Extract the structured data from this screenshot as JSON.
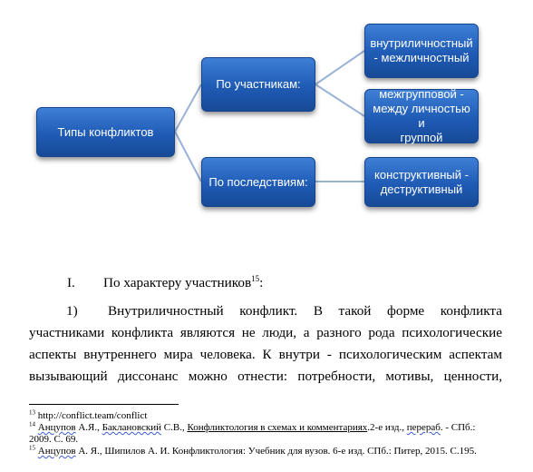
{
  "diagram": {
    "root": "Типы конфликтов",
    "branch_participants": "По участникам:",
    "branch_consequences": "По последствиям:",
    "leaf_intra_inter_personal": [
      "внутриличностный",
      "- межличностный"
    ],
    "leaf_intergroup": [
      "межгрупповой -",
      "между личностью и",
      "группой"
    ],
    "leaf_constructive": [
      "конструктивный -",
      "деструктивный"
    ]
  },
  "body": {
    "heading_num": "I.",
    "heading_text": "По характеру участников",
    "heading_ref": "15",
    "heading_colon": ":",
    "para_num": "1)",
    "line1": "Внутриличностный конфликт. В такой форме конфликта",
    "line2": "участниками конфликта являются не люди, а разного рода психологические",
    "line3": "аспекты внутреннего мира человека. К внутри - психологическим аспектам",
    "line4": "вызывающий диссонанс можно отнести: потребности, мотивы, ценности,"
  },
  "footnotes": [
    {
      "num": "13",
      "text": "http://conflict.team/conflict"
    },
    {
      "num": "14",
      "parts": [
        "Анцупов",
        " А.Я., ",
        "Баклановский",
        " С.В.,  ",
        "Конфликтология в схемах и комментариях",
        ".2-е изд., ",
        "перераб",
        ". - СПб.:"
      ],
      "line2": "2009. С. 69."
    },
    {
      "num": "15",
      "parts": [
        "Анцупов",
        " А. Я., Шипилов А. И. Конфликтология: Учебник для вузов. 6-е изд. СПб.: Питер, 2015. С.195."
      ]
    }
  ]
}
